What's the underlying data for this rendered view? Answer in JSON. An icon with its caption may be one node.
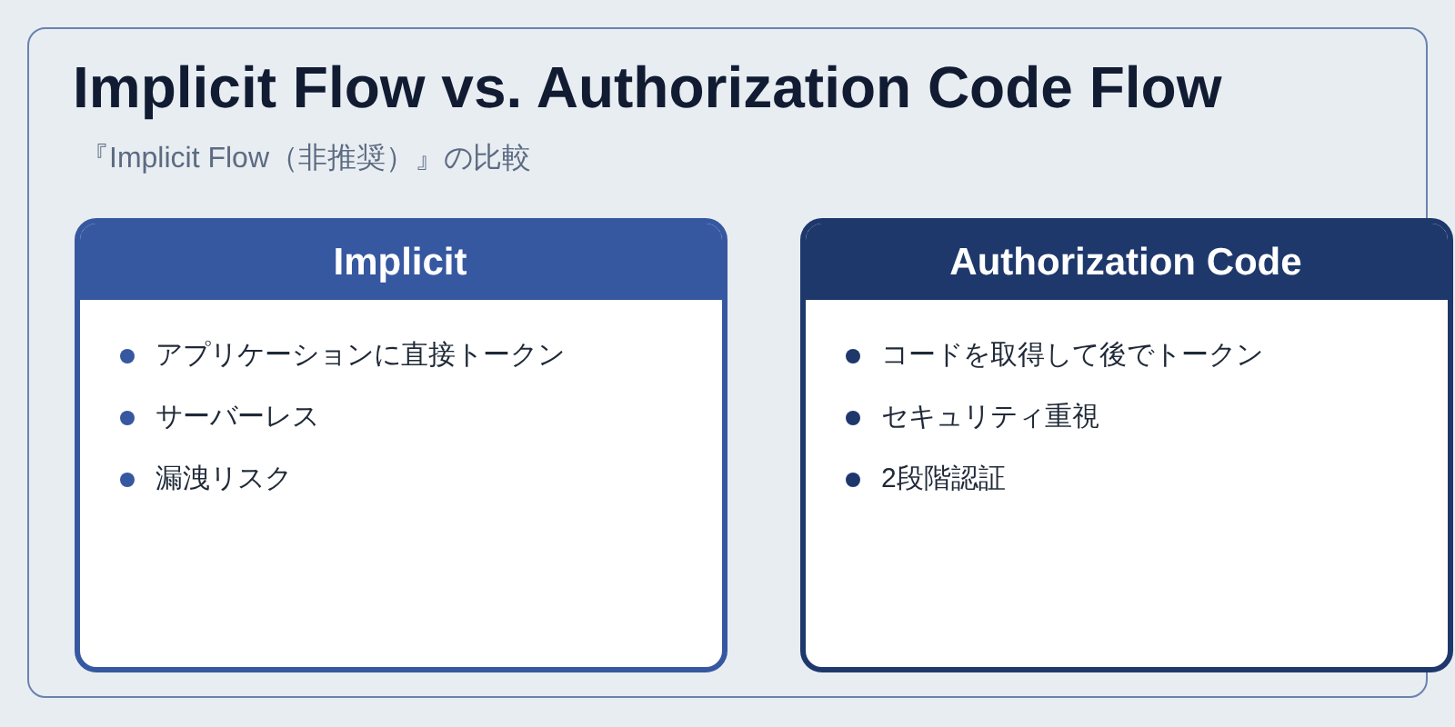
{
  "diagram": {
    "nodes": [
      {
        "text": [
          "Implicit Flow vs. Authorization Code Flow",
          "『Implicit Flow（非推奨）』の比較"
        ]
      },
      {
        "text": [
          "Implicit",
          "アプリケーションに直接トークン",
          "サーバーレス",
          "漏洩リスク"
        ],
        "in": 0
      },
      {
        "text": [
          "Authorization Code",
          "コードを取得して後でトークン",
          "セキュリティ重視",
          "2段階認証"
        ],
        "in": 0
      }
    ]
  }
}
